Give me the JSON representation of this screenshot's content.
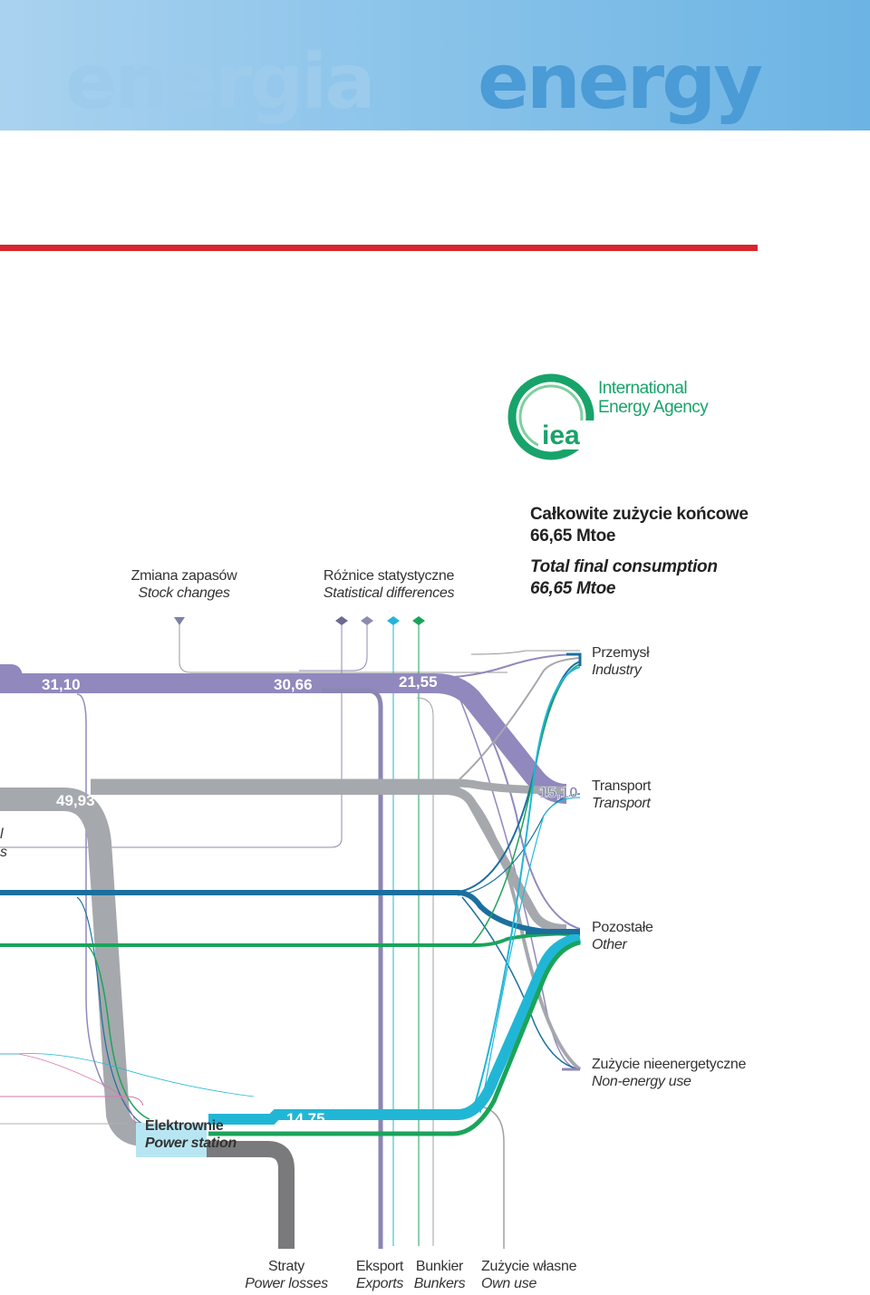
{
  "banner": {
    "word_pl": "energia",
    "word_en": "energy"
  },
  "agency": {
    "line1": "International",
    "line2": "Energy Agency",
    "logo_text": "iea"
  },
  "total_final": {
    "pl_title": "Całkowite zużycie końcowe",
    "pl_value": "66,65 Mtoe",
    "en_title": "Total final consumption",
    "en_value": "66,65 Mtoe"
  },
  "top_labels": {
    "stock": {
      "pl": "Zmiana zapasów",
      "en": "Stock changes"
    },
    "stat": {
      "pl": "Różnice statystyczne",
      "en": "Statistical differences"
    }
  },
  "sectors": [
    {
      "pl": "Przemysł",
      "en": "Industry"
    },
    {
      "pl": "Transport",
      "en": "Transport"
    },
    {
      "pl": "Pozostałe",
      "en": "Other"
    },
    {
      "pl": "Zużycie nieenergetyczne",
      "en": "Non-energy use"
    }
  ],
  "power_station": {
    "pl": "Elektrownie",
    "en": "Power station"
  },
  "bottom_labels": [
    {
      "pl": "Straty",
      "en": "Power losses"
    },
    {
      "pl": "Eksport",
      "en": "Exports"
    },
    {
      "pl": "Bunkier",
      "en": "Bunkers"
    },
    {
      "pl": "Zużycie własne",
      "en": "Own use"
    }
  ],
  "flow_values": {
    "coal_in": "31,10",
    "coal_mid": "30,66",
    "coal_out": "21,55",
    "oil": "49,93",
    "transport": "15,10",
    "electricity": "14,75"
  },
  "cut_text": {
    "a": "l",
    "b": "s"
  },
  "colors": {
    "coal": "#9188bd",
    "oil": "#a5a8ad",
    "gas": "#1b6f9e",
    "renewables": "#1aa45a",
    "electricity": "#22b6d6",
    "losses": "#7a7a7c",
    "red_rule": "#d7262d",
    "iea_green": "#18a36a"
  }
}
